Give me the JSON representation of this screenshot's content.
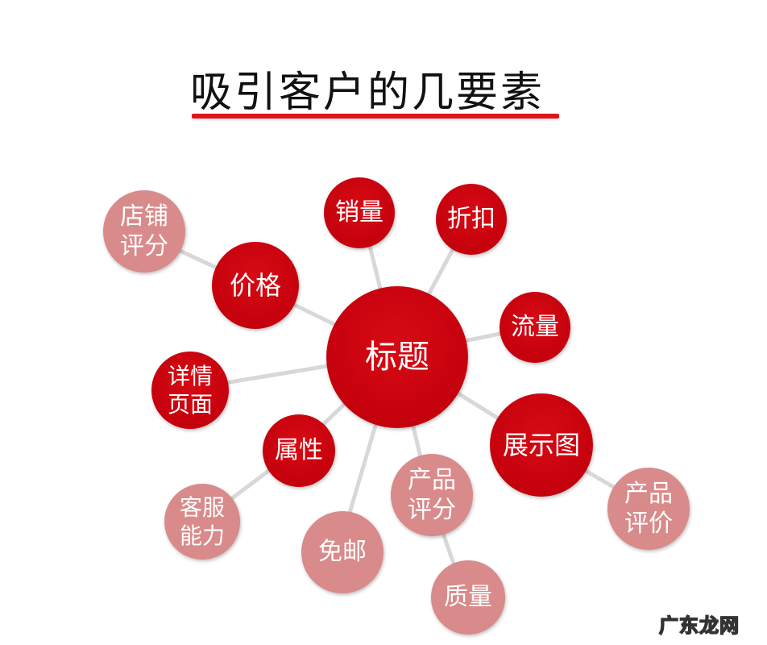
{
  "title": "吸引客户的几要素",
  "colors": {
    "primary_node": "#c8000e",
    "secondary_node": "#d98a8a",
    "underline": "#e0141b",
    "link": "#d8d8d8"
  },
  "nodes": {
    "center": {
      "label": "标题"
    },
    "sales": {
      "label": "销量"
    },
    "discount": {
      "label": "折扣"
    },
    "traffic": {
      "label": "流量"
    },
    "display_image": {
      "label": "展示图"
    },
    "price": {
      "label": "价格"
    },
    "detail_page": {
      "line1": "详情",
      "line2": "页面"
    },
    "attributes": {
      "label": "属性"
    },
    "store_rating": {
      "line1": "店铺",
      "line2": "评分"
    },
    "customer_service": {
      "line1": "客服",
      "line2": "能力"
    },
    "free_shipping": {
      "label": "免邮"
    },
    "product_rating": {
      "line1": "产品",
      "line2": "评分"
    },
    "quality": {
      "label": "质量"
    },
    "product_review": {
      "line1": "产品",
      "line2": "评价"
    }
  },
  "watermark": "广东龙网"
}
